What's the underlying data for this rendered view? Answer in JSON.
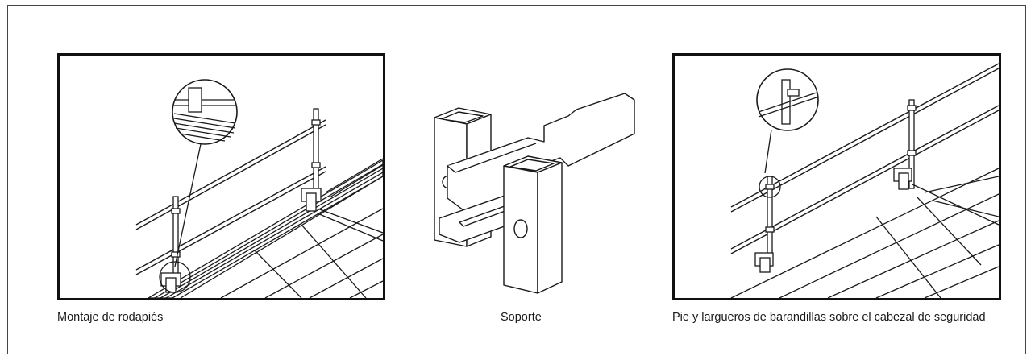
{
  "figures": [
    {
      "caption": "Montaje de rodapiés",
      "illustration": "toe-board-mounting"
    },
    {
      "caption": "Soporte",
      "illustration": "support-bracket"
    },
    {
      "caption": "Pie y largueros de barandillas sobre el cabezal de seguridad",
      "illustration": "guardrail-post-on-safety-head"
    }
  ],
  "colors": {
    "line": "#1a1a1a",
    "frame": "#111111",
    "background": "#ffffff"
  }
}
